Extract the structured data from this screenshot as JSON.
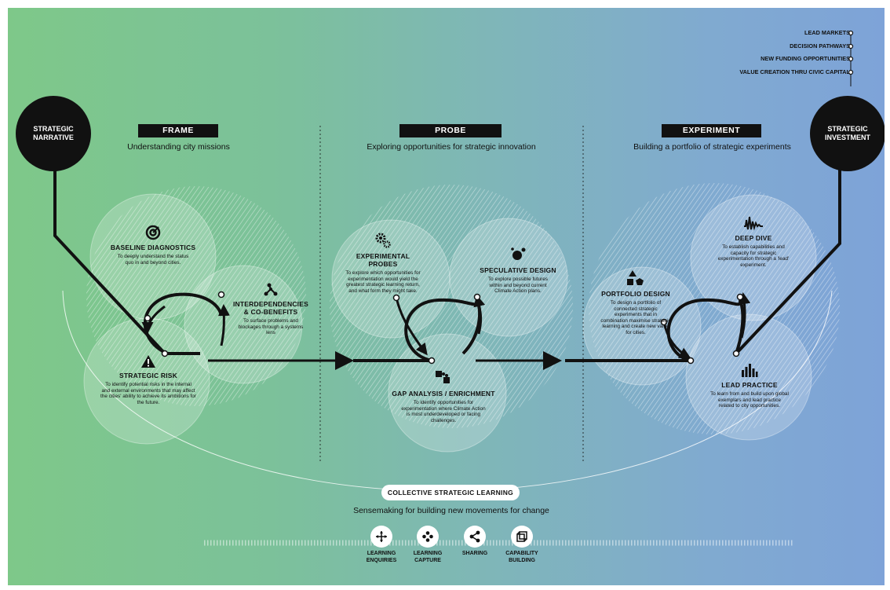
{
  "legend": [
    "LEAD MARKETS",
    "DECISION PATHWAYS",
    "NEW FUNDING OPPORTUNITIES",
    "VALUE CREATION THRU CIVIC CAPITAL"
  ],
  "nodes": {
    "left": "STRATEGIC NARRATIVE",
    "right": "STRATEGIC INVESTMENT"
  },
  "stages": [
    {
      "label": "FRAME",
      "subtitle": "Understanding city missions"
    },
    {
      "label": "PROBE",
      "subtitle": "Exploring opportunities for strategic innovation"
    },
    {
      "label": "EXPERIMENT",
      "subtitle": "Building a portfolio of strategic experiments"
    }
  ],
  "frame": [
    {
      "icon": "target-icon",
      "title": "BASELINE DIAGNOSTICS",
      "desc": "To deeply understand the status quo in and beyond cities."
    },
    {
      "icon": "network-icon",
      "title": "INTERDEPENDENCIES & CO-BENEFITS",
      "desc": "To surface problems and blockages through a systems lens"
    },
    {
      "icon": "warning-icon",
      "title": "STRATEGIC RISK",
      "desc": "To identify potential risks in the internal and external environments that may affect the cities' ability to achieve its ambitions for the future."
    }
  ],
  "probe": [
    {
      "icon": "gears-icon",
      "title": "EXPERIMENTAL PROBES",
      "desc": "To explore which opportunities for experimentation would yield the greatest strategic learning return, and what form they might take."
    },
    {
      "icon": "molecule-icon",
      "title": "SPECULATIVE DESIGN",
      "desc": "To explore possible futures within and beyond current Climate Action plans."
    },
    {
      "icon": "puzzle-icon",
      "title": "GAP ANALYSIS / ENRICHMENT",
      "desc": "To identify opportunities for experimentation where Climate Action is most underdeveloped or facing challenges."
    }
  ],
  "experiment": [
    {
      "icon": "shapes-icon",
      "title": "PORTFOLIO DESIGN",
      "desc": "To design a portfolio of connected strategic experiments that in combination maximise strategic learning and create new value for cities."
    },
    {
      "icon": "waveform-icon",
      "title": "DEEP DIVE",
      "desc": "To establish capabilities and capacity for strategic experimentation through a 'lead' experiment."
    },
    {
      "icon": "bar-chart-icon",
      "title": "LEAD PRACTICE",
      "desc": "To learn from and build upon global exemplars and lead practice related to city opportunities."
    }
  ],
  "learning": {
    "title": "COLLECTIVE STRATEGIC LEARNING",
    "subtitle": "Sensemaking for building new movements for change"
  },
  "tools": [
    {
      "icon": "arrows-icon",
      "label": "LEARNING ENQUIRIES"
    },
    {
      "icon": "flower-icon",
      "label": "LEARNING CAPTURE"
    },
    {
      "icon": "share-icon",
      "label": "SHARING"
    },
    {
      "icon": "cube-icon",
      "label": "CAPABILITY BUILDING"
    }
  ]
}
